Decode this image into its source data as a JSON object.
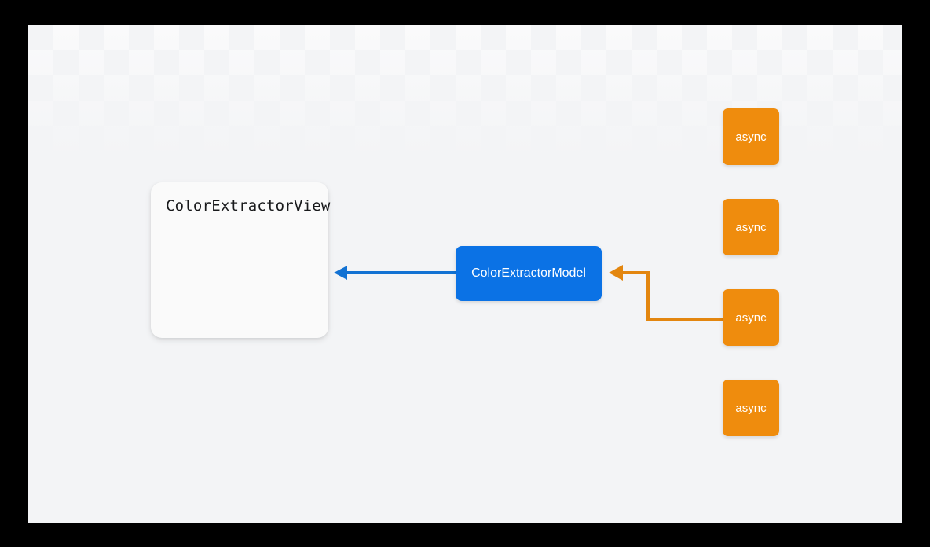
{
  "canvas": {
    "background_color": "#f3f4f6",
    "frame_color": "#000000"
  },
  "nodes": {
    "view": {
      "label": "ColorExtractorView",
      "fill": "#fafafa",
      "text_color": "#18191b"
    },
    "model": {
      "label": "ColorExtractorModel",
      "fill": "#0b72e5",
      "text_color": "#ffffff"
    },
    "async_boxes": [
      {
        "label": "async",
        "fill": "#ef8c0d",
        "text_color": "#ffffff"
      },
      {
        "label": "async",
        "fill": "#ef8c0d",
        "text_color": "#ffffff"
      },
      {
        "label": "async",
        "fill": "#ef8c0d",
        "text_color": "#ffffff"
      },
      {
        "label": "async",
        "fill": "#ef8c0d",
        "text_color": "#ffffff"
      }
    ]
  },
  "edges": [
    {
      "name": "model-to-view",
      "from": "model",
      "to": "view",
      "color": "#1272d3",
      "arrow": "left",
      "style": "straight"
    },
    {
      "name": "async3-to-model",
      "from": "async_boxes.2",
      "to": "model",
      "color": "#e3860f",
      "arrow": "left",
      "style": "elbow"
    }
  ]
}
